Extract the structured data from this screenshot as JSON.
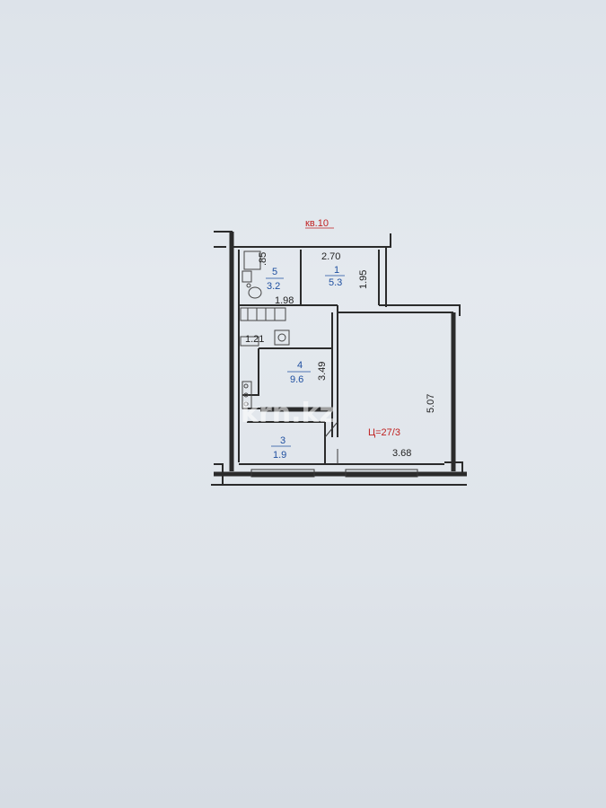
{
  "plan": {
    "apartment_label": "кв.10",
    "stamp_label": "Ц=27/3",
    "watermark": "krn.kz",
    "rooms": [
      {
        "num": "5",
        "area": "3.2"
      },
      {
        "num": "1",
        "area": "5.3"
      },
      {
        "num": "4",
        "area": "9.6"
      },
      {
        "num": "3",
        "area": "1.9"
      }
    ],
    "dimensions": {
      "top_width": "2.70",
      "bath_height": ".85",
      "right_kitchen": "1.95",
      "bath_width": "1.98",
      "corridor": "1.21",
      "hall_height": "3.49",
      "living_height": "5.07",
      "living_width": "3.68"
    }
  },
  "colors": {
    "room_text": "#1f4fa0",
    "apartment_label": "#c02020",
    "wall": "#2b2b2b"
  }
}
